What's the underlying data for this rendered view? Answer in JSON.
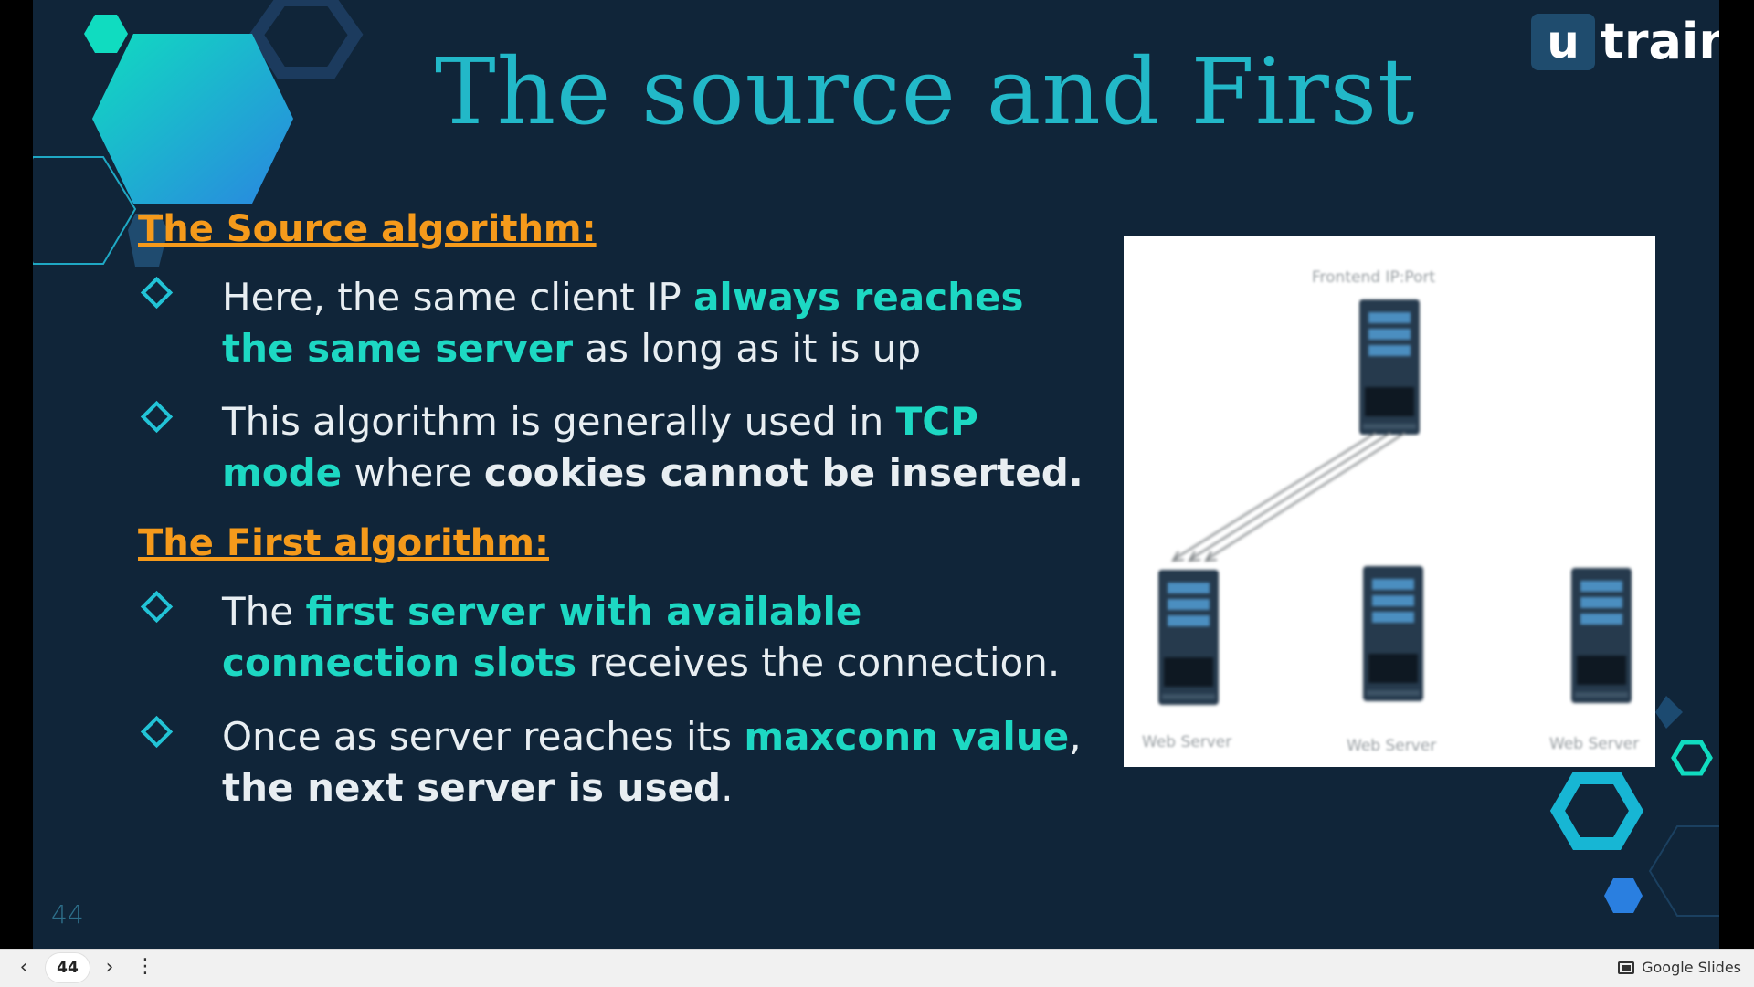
{
  "slide": {
    "title": "The source and First",
    "logo": {
      "mark": "u",
      "text": "train"
    },
    "sections": [
      {
        "heading": "The Source algorithm:",
        "bullets": [
          [
            "Here, the same client IP ",
            "always reaches the same server",
            " as long as it is up"
          ],
          [
            "This algorithm is generally used in ",
            "TCP mode",
            " where ",
            "cookies cannot be inserted."
          ]
        ]
      },
      {
        "heading": "The First algorithm:",
        "bullets": [
          [
            "The ",
            "first server with available connection slots",
            " receives the connection."
          ],
          [
            "Once as server reaches its ",
            "maxconn value",
            ", ",
            "the next server is used",
            "."
          ]
        ]
      }
    ],
    "page_number": "44",
    "diagram": {
      "top_label": "Frontend IP:Port",
      "server_labels": [
        "Web Server",
        "Web Server",
        "Web Server"
      ]
    }
  },
  "toolbar": {
    "current_page": "44",
    "brand": "Google Slides",
    "prev_icon": "chevron-left-icon",
    "next_icon": "chevron-right-icon",
    "more_icon": "more-vertical-icon"
  },
  "colors": {
    "background": "#102539",
    "title": "#22b8c8",
    "heading": "#f59a1b",
    "highlight": "#1dd8c3",
    "text": "#e8eef2"
  }
}
